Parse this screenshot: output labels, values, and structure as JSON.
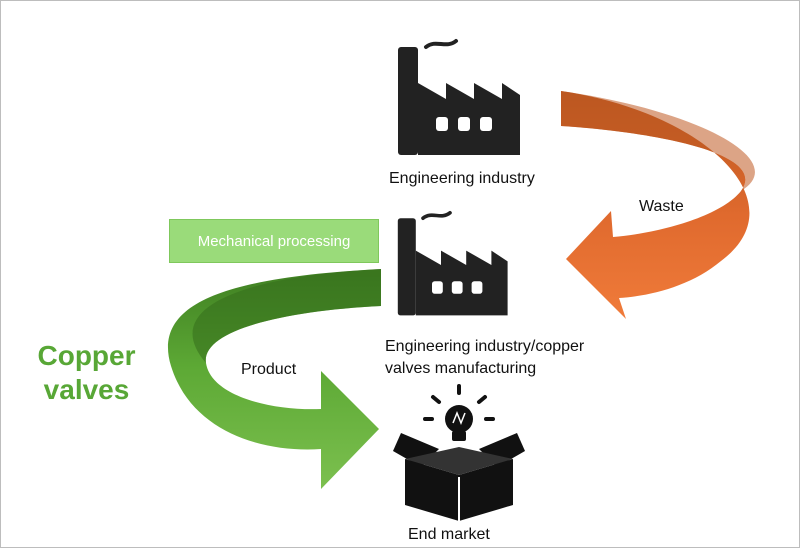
{
  "nodes": {
    "top_factory": {
      "label": "Engineering industry",
      "icon": "factory-icon"
    },
    "middle_factory": {
      "label_line1": "Engineering industry/copper",
      "label_line2": "valves manufacturing",
      "icon": "factory-icon"
    },
    "end_market": {
      "label": "End market",
      "icon": "open-box-lightbulb-icon"
    }
  },
  "flows": {
    "waste": {
      "label": "Waste",
      "color": "#e8733a"
    },
    "product": {
      "label": "Product",
      "color": "#4f9a2c"
    }
  },
  "process_box": {
    "label": "Mechanical processing",
    "color": "#9adb7a"
  },
  "product_title": {
    "line1": "Copper",
    "line2": "valves",
    "color": "#58a736"
  }
}
